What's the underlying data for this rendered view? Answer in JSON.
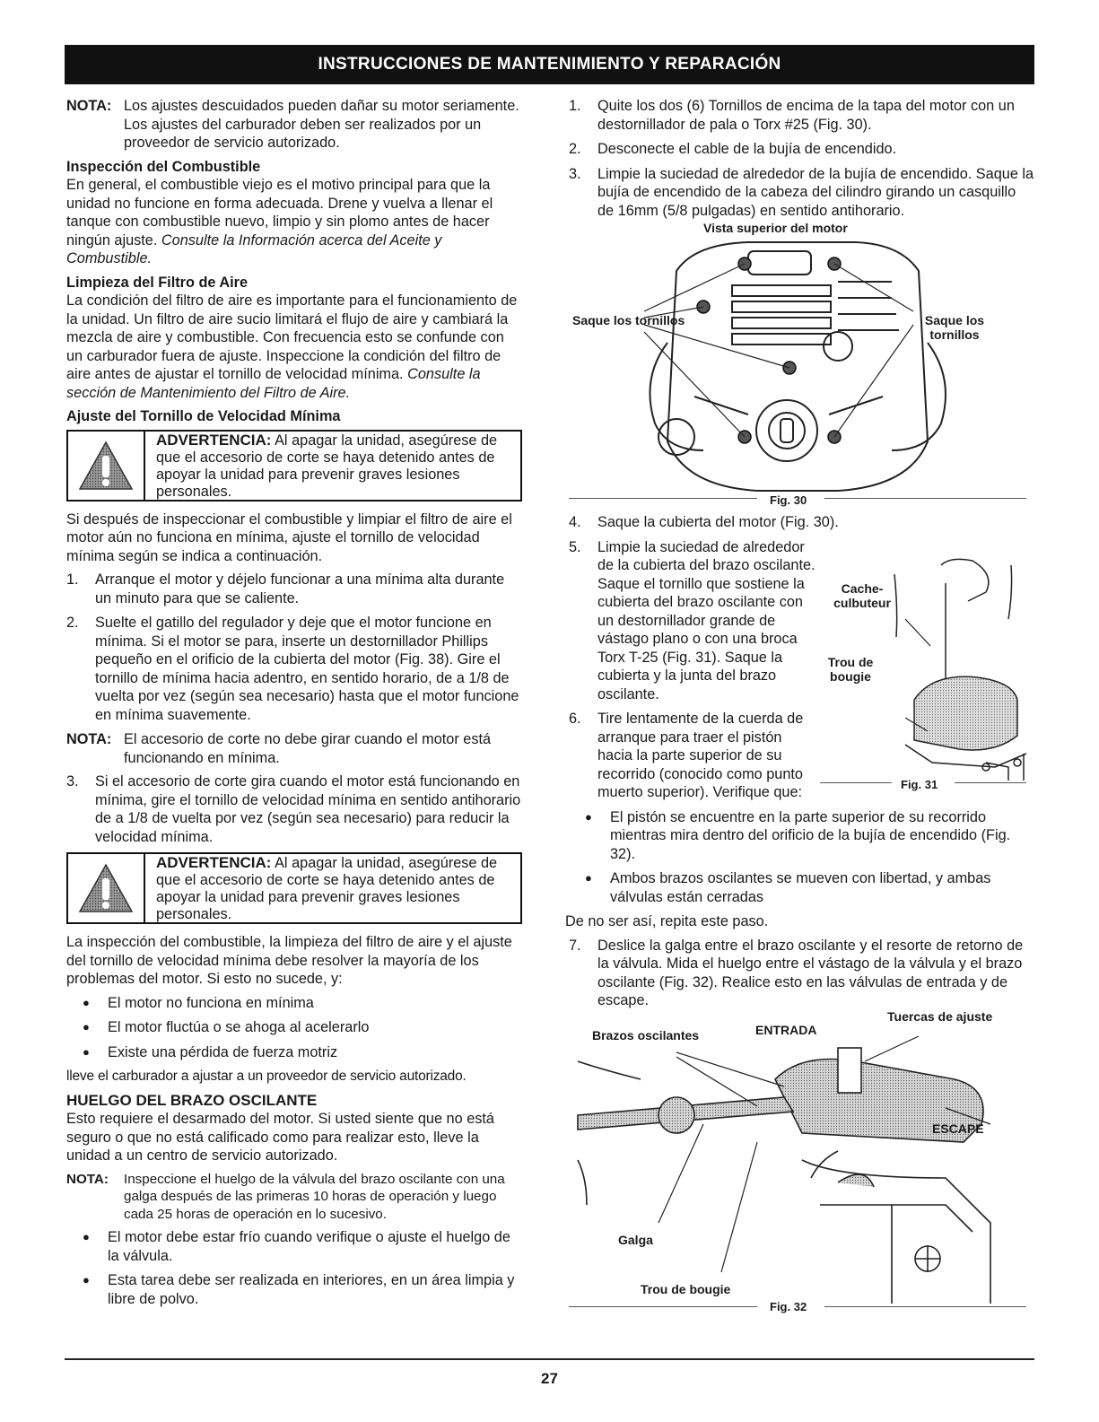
{
  "header": "INSTRUCCIONES DE MANTENIMIENTO Y REPARACIÓN",
  "left": {
    "nota1_label": "NOTA:",
    "nota1_text": "Los ajustes descuidados pueden dañar su motor seriamente. Los ajustes del carburador deben ser realizados por un proveedor de servicio autorizado.",
    "h_combustible": "Inspección del Combustible",
    "p_combustible": "En general, el combustible viejo es el motivo principal para que la unidad no funcione en forma adecuada. Drene y vuelva a llenar el tanque con combustible nuevo, limpio y sin plomo antes de hacer ningún ajuste. ",
    "p_combustible_ref": "Consulte la Información acerca del Aceite y Combustible.",
    "h_filtro": "Limpieza del Filtro de Aire",
    "p_filtro": "La condición del filtro de aire es importante para el funcionamiento de la unidad. Un filtro de aire sucio limitará el flujo de aire y cambiará la mezcla de aire y combustible. Con frecuencia esto se confunde con un carburador fuera de ajuste. Inspeccione la condición del filtro de aire antes de ajustar el tornillo de velocidad mínima. ",
    "p_filtro_ref": "Consulte la sección de Mantenimiento del Filtro de Aire.",
    "h_ajuste": "Ajuste del Tornillo de Velocidad Mínima",
    "warn_label": "ADVERTENCIA:",
    "warn_text": " Al apagar la unidad, asegúrese de que el accesorio de corte se haya detenido antes de apoyar la unidad para prevenir graves lesiones personales.",
    "p_ajuste": "Si después de inspeccionar el combustible y limpiar el filtro de aire el motor aún no funciona en mínima, ajuste el tornillo de velocidad mínima según se indica a continuación.",
    "steps_a": [
      {
        "num": "1.",
        "text": "Arranque el motor y déjelo funcionar a una mínima alta durante un minuto para que se caliente."
      },
      {
        "num": "2.",
        "text": "Suelte el gatillo del regulador y deje que el motor funcione en mínima. Si el motor se para, inserte un destornillador Phillips pequeño en el orificio de la cubierta del motor (Fig. 38). Gire el tornillo de mínima hacia adentro, en sentido horario, de a 1/8 de vuelta por vez (según sea necesario) hasta que el motor funcione en mínima suavemente."
      }
    ],
    "nota2_label": "NOTA:",
    "nota2_text": "El accesorio de corte no debe girar cuando el motor está funcionando en mínima.",
    "step3": {
      "num": "3.",
      "text": "Si el accesorio de corte gira cuando el motor está funcionando en mínima, gire el tornillo de velocidad mínima en sentido antihorario de a 1/8 de vuelta por vez (según sea necesario) para reducir la velocidad mínima."
    },
    "p_inspeccion": "La inspección del combustible, la limpieza del filtro de aire y el ajuste del tornillo de velocidad mínima debe resolver la mayoría de los problemas del motor. Si esto no sucede, y:",
    "bullets_a": [
      "El motor no funciona en mínima",
      "El motor fluctúa o se ahoga al acelerarlo",
      "Existe una pérdida de fuerza motriz"
    ],
    "p_lleve": "lleve el carburador a ajustar a un proveedor de servicio autorizado.",
    "h_huelgo": "HUELGO DEL BRAZO OSCILANTE",
    "p_huelgo": "Esto requiere el desarmado del motor. Si usted siente que no está seguro o que no está calificado como para realizar esto, lleve la unidad a un centro de servicio autorizado.",
    "nota3_label": "NOTA:",
    "nota3_text": "Inspeccione el huelgo de la válvula del brazo oscilante con una galga después de las primeras 10 horas de operación y luego cada 25 horas de operación en lo sucesivo.",
    "bullets_b": [
      "El motor debe estar frío cuando verifique o ajuste el huelgo de la válvula.",
      "Esta tarea debe ser realizada en interiores, en un área limpia y libre de polvo."
    ]
  },
  "right": {
    "steps_a": [
      {
        "num": "1.",
        "text": "Quite los dos (6) Tornillos de encima de la tapa del motor con un destornillador de pala o Torx #25 (Fig. 30)."
      },
      {
        "num": "2.",
        "text": "Desconecte el cable de la bujía de encendido."
      },
      {
        "num": "3.",
        "text": "Limpie la suciedad de alrededor de la bujía de encendido. Saque la bujía de encendido de la cabeza del cilindro girando un casquillo de 16mm (5/8 pulgadas) en sentido antihorario."
      }
    ],
    "fig30": {
      "title": "Vista superior del motor",
      "label_left": "Saque los tornillos",
      "label_right": "Saque los tornillos",
      "caption": "Fig. 30"
    },
    "step4": {
      "num": "4.",
      "text": "Saque la cubierta del motor (Fig. 30)."
    },
    "step5": {
      "num": "5.",
      "text": "Limpie la suciedad de alrededor de la cubierta del brazo oscilante. Saque el tornillo que sostiene la cubierta del brazo oscilante con un destornillador grande de vástago plano o con una broca Torx T-25 (Fig. 31). Saque la cubierta y la junta del brazo oscilante."
    },
    "step6": {
      "num": "6.",
      "text": "Tire lentamente de la cuerda de arranque para traer el pistón hacia la parte superior de su recorrido (conocido como punto muerto superior). Verifique que:"
    },
    "fig31": {
      "label_cache": "Cache- culbuteur",
      "label_trou": "Trou de bougie",
      "caption": "Fig. 31"
    },
    "bullets": [
      "El pistón se encuentre en la parte superior de su recorrido mientras mira dentro del orificio de la bujía de encendido (Fig. 32).",
      "Ambos brazos oscilantes se mueven con libertad, y ambas válvulas están cerradas"
    ],
    "p_no": "De no ser así, repita este paso.",
    "step7": {
      "num": "7.",
      "text": "Deslice la galga entre el brazo oscilante y el resorte de retorno de la válvula. Mida el huelgo entre el vástago de la válvula y el brazo oscilante (Fig. 32). Realice esto en las válvulas de entrada y de escape."
    },
    "fig32": {
      "label_brazos": "Brazos oscilantes",
      "label_entrada": "ENTRADA",
      "label_tuercas": "Tuercas de ajuste",
      "label_escape": "ESCAPE",
      "label_galga": "Galga",
      "label_trou": "Trou de bougie",
      "caption": "Fig. 32"
    }
  },
  "page_number": "27"
}
